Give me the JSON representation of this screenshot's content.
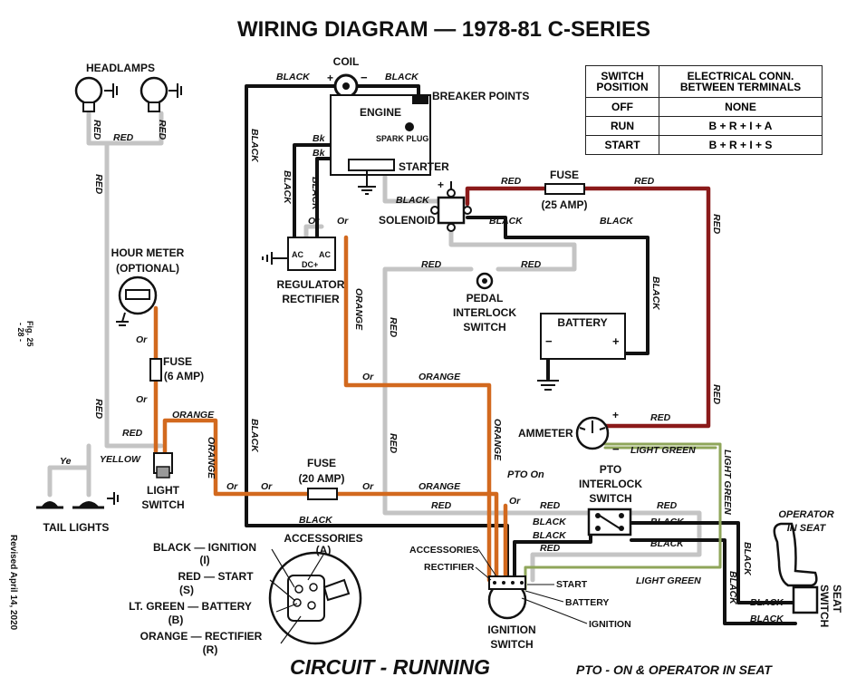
{
  "title": "WIRING DIAGRAM — 1978-81 C-SERIES",
  "switch_table": {
    "headers": [
      "SWITCH POSITION",
      "ELECTRICAL CONN. BETWEEN TERMINALS"
    ],
    "rows": [
      [
        "OFF",
        "NONE"
      ],
      [
        "RUN",
        "B + R + I + A"
      ],
      [
        "START",
        "B + R + I + S"
      ]
    ]
  },
  "components": {
    "headlamps": "HEADLAMPS",
    "coil": "COIL",
    "breaker_points": "BREAKER POINTS",
    "engine": "ENGINE",
    "spark_plug": "SPARK PLUG",
    "starter": "STARTER",
    "solenoid": "SOLENOID",
    "fuse_25": "FUSE",
    "fuse_25_rating": "(25 AMP)",
    "hour_meter": "HOUR METER",
    "hour_meter_sub": "(OPTIONAL)",
    "regulator": "REGULATOR",
    "rectifier": "RECTIFIER",
    "pedal_interlock": [
      "PEDAL",
      "INTERLOCK",
      "SWITCH"
    ],
    "battery": "BATTERY",
    "fuse_6": "FUSE",
    "fuse_6_rating": "(6 AMP)",
    "ammeter": "AMMETER",
    "light_switch": [
      "LIGHT",
      "SWITCH"
    ],
    "tail_lights": "TAIL LIGHTS",
    "fuse_20": "FUSE",
    "fuse_20_rating": "(20 AMP)",
    "pto_on": "PTO On",
    "pto_interlock": [
      "PTO",
      "INTERLOCK",
      "SWITCH"
    ],
    "operator_in_seat": [
      "OPERATOR",
      "IN SEAT"
    ],
    "seat_switch": [
      "SEAT",
      "SWITCH"
    ],
    "ignition_switch": [
      "IGNITION",
      "SWITCH"
    ],
    "reg_terms": [
      "AC",
      "AC",
      "DC+"
    ],
    "solenoid_plus": "+",
    "coil_plus": "+",
    "coil_minus": "−",
    "battery_minus": "−",
    "battery_plus": "+",
    "ammeter_plus": "+",
    "ammeter_minus": "−"
  },
  "ignition_terminals": {
    "accessories": "ACCESSORIES",
    "rectifier": "RECTIFIER",
    "start": "START",
    "battery": "BATTERY",
    "ignition": "IGNITION"
  },
  "legend": {
    "accessories": "ACCESSORIES",
    "accessories_code": "(A)",
    "lines": [
      {
        "color": "BLACK — IGNITION",
        "code": "(I)"
      },
      {
        "color": "RED — START",
        "code": "(S)"
      },
      {
        "color": "LT. GREEN — BATTERY",
        "code": "(B)"
      },
      {
        "color": "ORANGE — RECTIFIER",
        "code": "(R)"
      }
    ]
  },
  "wire_labels": {
    "black": "BLACK",
    "red": "RED",
    "orange": "ORANGE",
    "or": "Or",
    "bk": "Bk",
    "yellow": "YELLOW",
    "ye": "Ye",
    "light_green": "LIGHT GREEN"
  },
  "side_notes": {
    "fig": "Fig. 25",
    "page": "- 28 -",
    "revised": "Revised April 14, 2020"
  },
  "footer": {
    "circuit": "CIRCUIT - RUNNING",
    "condition": "PTO - ON & OPERATOR IN SEAT"
  },
  "colors": {
    "black_wire": "#111111",
    "red_wire": "#8b1a1a",
    "gray_wire": "#c8c8c8",
    "orange_wire": "#d2691e",
    "green_wire": "#6b8e23"
  }
}
